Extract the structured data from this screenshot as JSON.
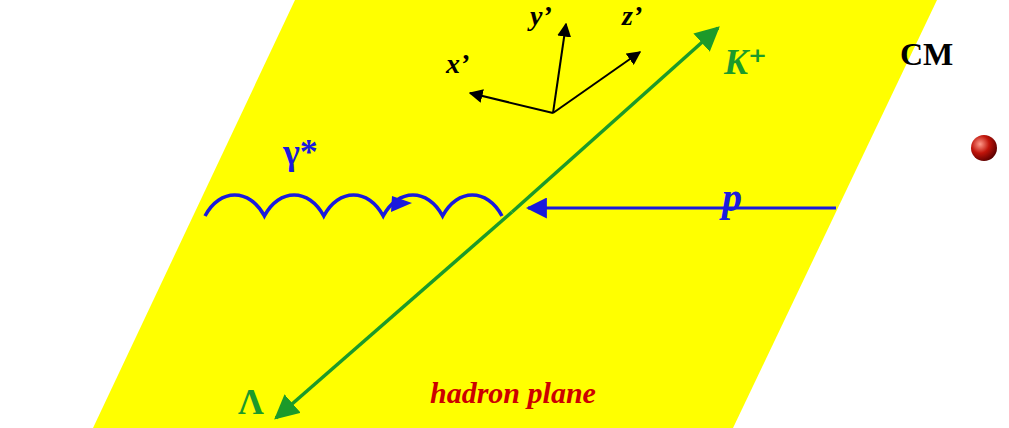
{
  "diagram": {
    "labels": [
      "x’",
      "y’",
      "z’",
      "K⁺",
      "CM",
      "γ*",
      "p",
      "Λ",
      "hadron plane"
    ]
  }
}
